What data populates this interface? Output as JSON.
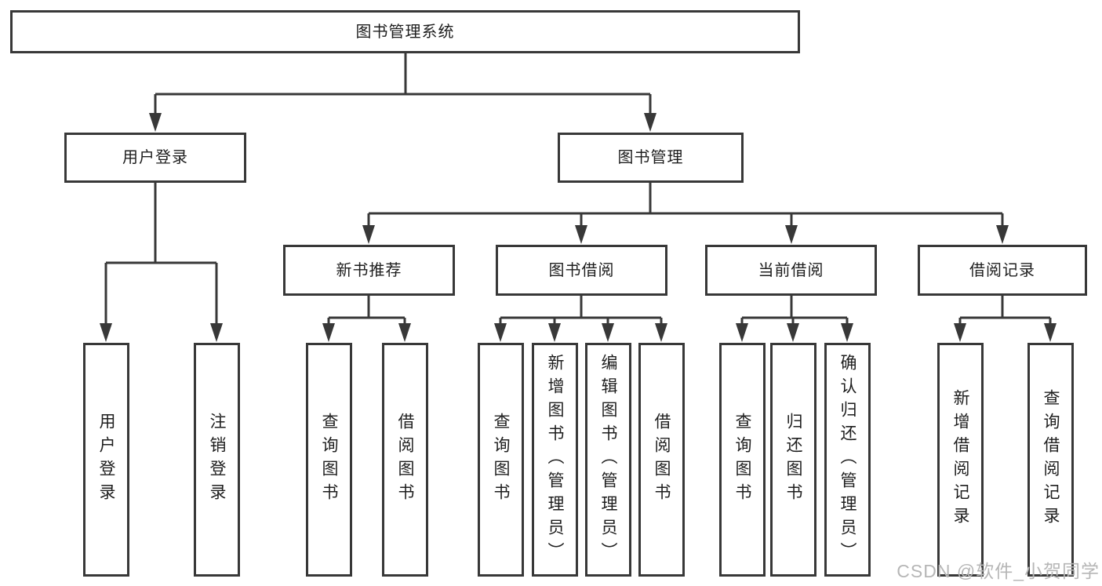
{
  "diagram": {
    "title_node": "图书管理系统",
    "nodes": {
      "root": {
        "label": "图书管理系统"
      },
      "level1": [
        {
          "id": "user-login",
          "label": "用户登录"
        },
        {
          "id": "book-management",
          "label": "图书管理"
        }
      ],
      "level2": [
        {
          "id": "new-book-recommend",
          "label": "新书推荐"
        },
        {
          "id": "book-borrow",
          "label": "图书借阅"
        },
        {
          "id": "current-borrow",
          "label": "当前借阅"
        },
        {
          "id": "borrow-records",
          "label": "借阅记录"
        }
      ],
      "leaves": [
        {
          "group": "user-login",
          "label": "用户登录"
        },
        {
          "group": "user-login",
          "label": "注销登录"
        },
        {
          "group": "new-book-recommend",
          "label": "查询图书"
        },
        {
          "group": "new-book-recommend",
          "label": "借阅图书"
        },
        {
          "group": "book-borrow",
          "label": "查询图书"
        },
        {
          "group": "book-borrow",
          "label": "新增图书（管理员）"
        },
        {
          "group": "book-borrow",
          "label": "编辑图书（管理员）"
        },
        {
          "group": "book-borrow",
          "label": "借阅图书"
        },
        {
          "group": "current-borrow",
          "label": "查询图书"
        },
        {
          "group": "current-borrow",
          "label": "归还图书"
        },
        {
          "group": "current-borrow",
          "label": "确认归还（管理员）"
        },
        {
          "group": "borrow-records",
          "label": "新增借阅记录"
        },
        {
          "group": "borrow-records",
          "label": "查询借阅记录"
        }
      ]
    },
    "colors": {
      "line": "#383838",
      "text": "#1e1e1e",
      "background": "#ffffff",
      "watermark": "#b6b6b6"
    }
  },
  "watermark": {
    "text": "CSDN @软件_小贺同学"
  }
}
